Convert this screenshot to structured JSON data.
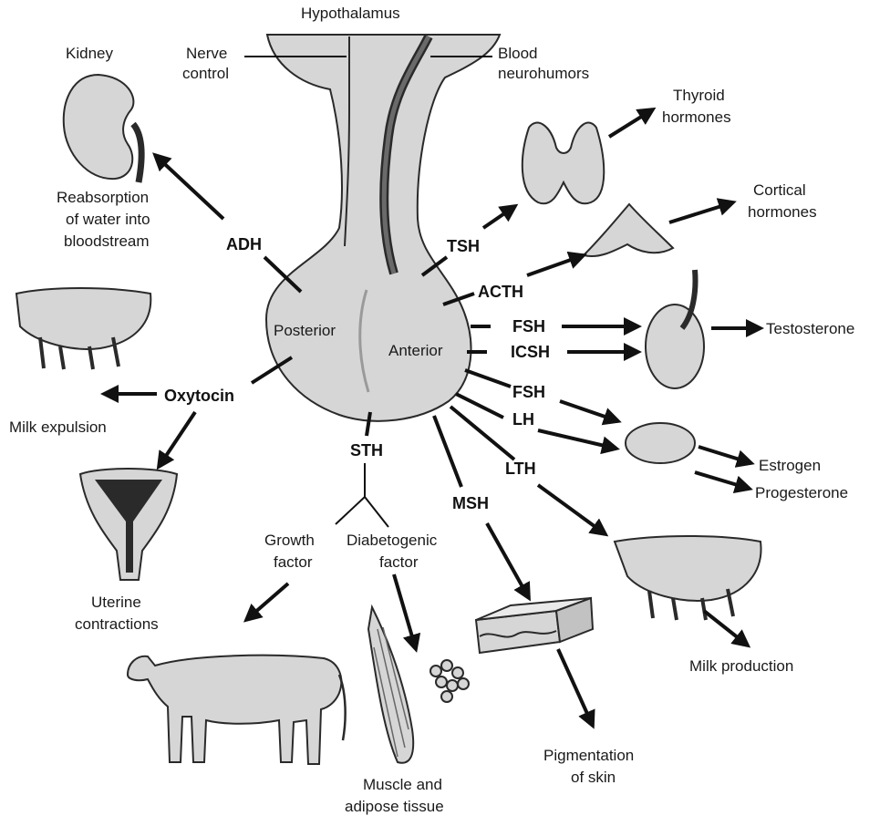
{
  "labels": {
    "hypothalamus": "Hypothalamus",
    "kidney": "Kidney",
    "nerve1": "Nerve",
    "nerve2": "control",
    "blood1": "Blood",
    "blood2": "neurohumors",
    "thyroid1": "Thyroid",
    "thyroid2": "hormones",
    "cortical1": "Cortical",
    "cortical2": "hormones",
    "reab1": "Reabsorption",
    "reab2": "of water into",
    "reab3": "bloodstream",
    "posterior": "Posterior",
    "anterior": "Anterior",
    "testosterone": "Testosterone",
    "milk_expulsion": "Milk expulsion",
    "estrogen": "Estrogen",
    "progesterone": "Progesterone",
    "growth1": "Growth",
    "growth2": "factor",
    "diab1": "Diabetogenic",
    "diab2": "factor",
    "uterine1": "Uterine",
    "uterine2": "contractions",
    "milk_production": "Milk production",
    "pigment1": "Pigmentation",
    "pigment2": "of skin",
    "muscle1": "Muscle and",
    "muscle2": "adipose tissue"
  },
  "hormones": {
    "adh": "ADH",
    "tsh": "TSH",
    "acth": "ACTH",
    "fsh_male": "FSH",
    "icsh": "ICSH",
    "fsh_female": "FSH",
    "lh": "LH",
    "lth": "LTH",
    "msh": "MSH",
    "sth": "STH",
    "oxytocin": "Oxytocin"
  }
}
